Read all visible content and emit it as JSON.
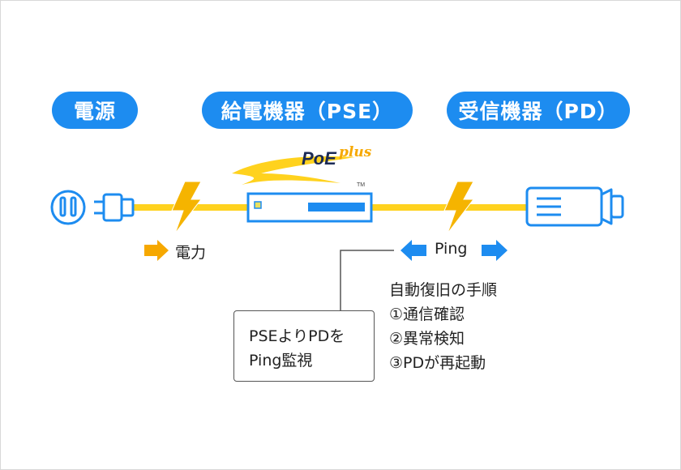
{
  "labels": {
    "power_source": "電源",
    "pse": "給電機器（PSE）",
    "pd": "受信機器（PD）"
  },
  "logo": {
    "poe": "PoE",
    "plus": "plus",
    "tm": "TM"
  },
  "flows": {
    "power": "電力",
    "ping": "Ping"
  },
  "recovery": {
    "title": "自動復旧の手順",
    "steps": [
      "①通信確認",
      "②異常検知",
      "③PDが再起動"
    ]
  },
  "callout": {
    "line1": "PSEよりPDを",
    "line2": "Ping監視"
  },
  "colors": {
    "blue": "#1d8cf0",
    "cable": "#ffd21e",
    "bolt": "#f5b400",
    "arrow_orange": "#f6a800"
  }
}
